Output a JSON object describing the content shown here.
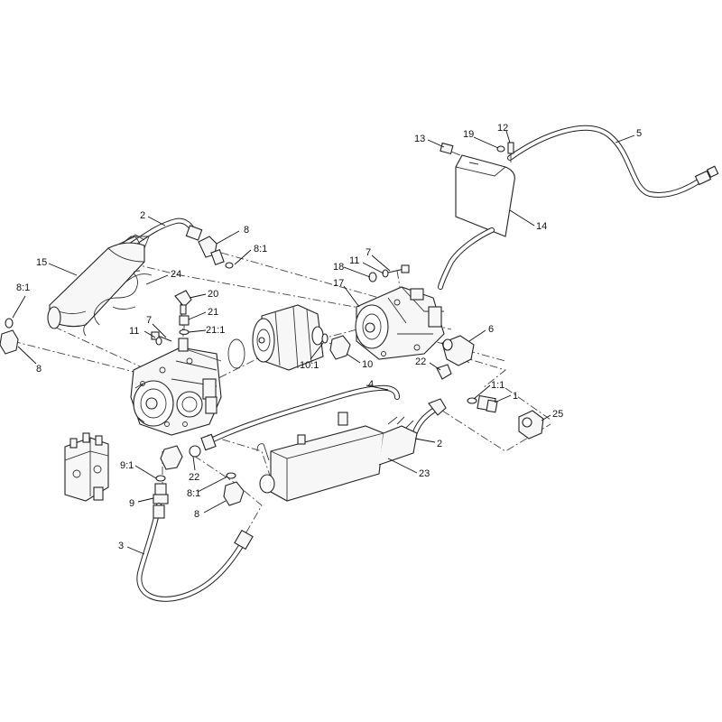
{
  "callouts": [
    {
      "id": "c13",
      "text": "13"
    },
    {
      "id": "c19",
      "text": "19"
    },
    {
      "id": "c12",
      "text": "12"
    },
    {
      "id": "c5",
      "text": "5"
    },
    {
      "id": "c14",
      "text": "14"
    },
    {
      "id": "c2a",
      "text": "2"
    },
    {
      "id": "c8a",
      "text": "8"
    },
    {
      "id": "c8-1a",
      "text": "8:1"
    },
    {
      "id": "c15",
      "text": "15"
    },
    {
      "id": "c24",
      "text": "24"
    },
    {
      "id": "c8-1b",
      "text": "8:1"
    },
    {
      "id": "c20",
      "text": "20"
    },
    {
      "id": "c21",
      "text": "21"
    },
    {
      "id": "c21-1",
      "text": "21:1"
    },
    {
      "id": "c11a",
      "text": "11"
    },
    {
      "id": "c7a",
      "text": "7"
    },
    {
      "id": "c8b",
      "text": "8"
    },
    {
      "id": "c7b",
      "text": "7"
    },
    {
      "id": "c11b",
      "text": "11"
    },
    {
      "id": "c18",
      "text": "18"
    },
    {
      "id": "c17",
      "text": "17"
    },
    {
      "id": "c6",
      "text": "6"
    },
    {
      "id": "c10-1",
      "text": "10:1"
    },
    {
      "id": "c10",
      "text": "10"
    },
    {
      "id": "c22a",
      "text": "22"
    },
    {
      "id": "c4",
      "text": "4"
    },
    {
      "id": "c1-1",
      "text": "1:1"
    },
    {
      "id": "c1",
      "text": "1"
    },
    {
      "id": "c25",
      "text": "25"
    },
    {
      "id": "c2b",
      "text": "2"
    },
    {
      "id": "c9-1",
      "text": "9:1"
    },
    {
      "id": "c22b",
      "text": "22"
    },
    {
      "id": "c23",
      "text": "23"
    },
    {
      "id": "c9",
      "text": "9"
    },
    {
      "id": "c8-1c",
      "text": "8:1"
    },
    {
      "id": "c8c",
      "text": "8"
    },
    {
      "id": "c3",
      "text": "3"
    }
  ]
}
